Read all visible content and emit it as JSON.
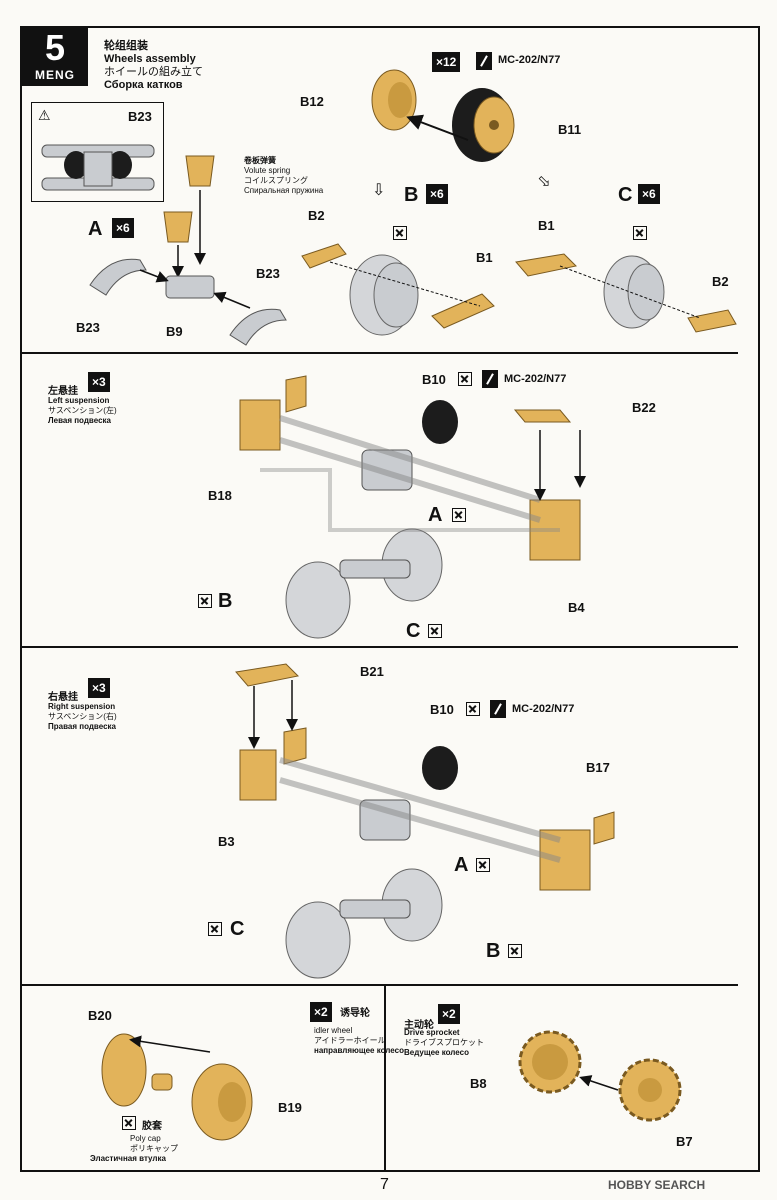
{
  "header": {
    "step": "5",
    "brand": "MENG",
    "title_cn": "轮组组装",
    "title_en": "Wheels assembly",
    "title_jp": "ホイールの組み立て",
    "title_ru": "Сборка катков"
  },
  "top": {
    "qty_b11": "×12",
    "paint_top": "MC-202/N77",
    "b12": "B12",
    "b11": "B11",
    "b23_inset": "B23",
    "spring_cn": "卷板弹簧",
    "spring_en": "Volute spring",
    "spring_jp": "コイルスプリング",
    "spring_ru": "Спиральная пружина",
    "a_label": "A",
    "a_qty": "×6",
    "b23a": "B23",
    "b23b": "B23",
    "b9": "B9",
    "b_label": "B",
    "b_qty": "×6",
    "b2a": "B2",
    "b1a": "B1",
    "c_label": "C",
    "c_qty": "×6",
    "b1b": "B1",
    "b2b": "B2"
  },
  "left_susp": {
    "cn": "左悬挂",
    "qty": "×3",
    "en": "Left suspension",
    "jp": "サスペンション(左)",
    "ru": "Левая подвеска",
    "b10": "B10",
    "paint": "MC-202/N77",
    "b22": "B22",
    "b18": "B18",
    "a": "A",
    "b": "B",
    "c": "C",
    "b4": "B4"
  },
  "right_susp": {
    "cn": "右悬挂",
    "qty": "×3",
    "en": "Right suspension",
    "jp": "サスペンション(右)",
    "ru": "Правая подвеска",
    "b21": "B21",
    "b10": "B10",
    "paint": "MC-202/N77",
    "b17": "B17",
    "b3": "B3",
    "a": "A",
    "c": "C",
    "b": "B"
  },
  "idler": {
    "qty": "×2",
    "cn": "诱导轮",
    "en": "idler wheel",
    "jp": "アイドラーホイール",
    "ru": "направляющее колесо",
    "b20": "B20",
    "b19": "B19",
    "poly_cn": "胶套",
    "poly_en": "Poly cap",
    "poly_jp": "ポリキャップ",
    "poly_ru": "Эластичная втулка"
  },
  "sprocket": {
    "qty": "×2",
    "cn": "主动轮",
    "en": "Drive sprocket",
    "jp": "ドライブスプロケット",
    "ru": "Ведущее колесо",
    "b8": "B8",
    "b7": "B7"
  },
  "footer": {
    "page": "7",
    "watermark": "HOBBY SEARCH"
  },
  "colors": {
    "part_gold": "#e2b35a",
    "part_gray": "#c9ccd0",
    "rubber": "#1c1c1c"
  }
}
